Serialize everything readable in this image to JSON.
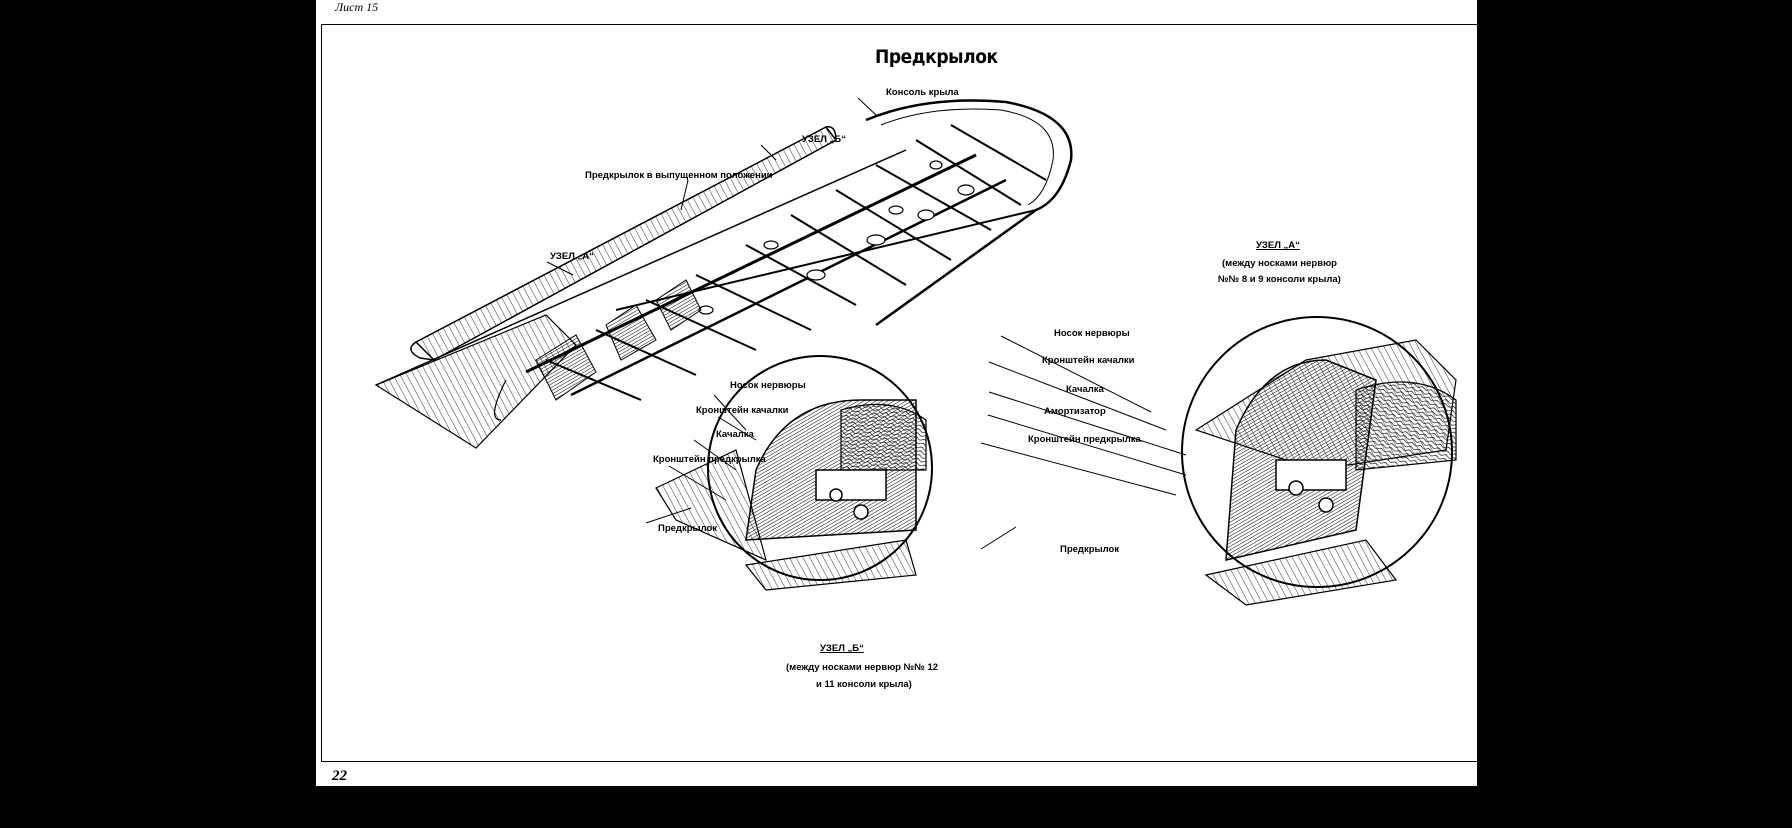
{
  "header": {
    "sheet": "Лист 15"
  },
  "footer": {
    "page": "22"
  },
  "title": "Предкрылок",
  "labels": {
    "wing_console": "Консоль крыла",
    "node_b": "УЗЕЛ „Б“",
    "slat_extended": "Предкрылок в выпущенном положении",
    "node_a": "УЗЕЛ „А“"
  },
  "detail_b": {
    "rib_nose": "Носок нервюры",
    "rocker_bracket": "Кронштейн качалки",
    "rocker": "Качалка",
    "slat_bracket": "Кронштейн предкрылка",
    "slat": "Предкрылок",
    "caption_title": "УЗЕЛ „Б“",
    "caption_line1": "(между носками нервюр №№ 12",
    "caption_line2": "и 11 консоли крыла)"
  },
  "detail_a": {
    "caption_title": "УЗЕЛ „А“",
    "caption_line1": "(между носками нервюр",
    "caption_line2": "№№ 8 и 9 консоли крыла)",
    "rib_nose": "Носок нервюры",
    "rocker_bracket": "Кронштейн качалки",
    "rocker": "Качалка",
    "shock_absorber": "Амортизатор",
    "slat_bracket": "Кронштейн предкрылка",
    "slat": "Предкрылок"
  }
}
